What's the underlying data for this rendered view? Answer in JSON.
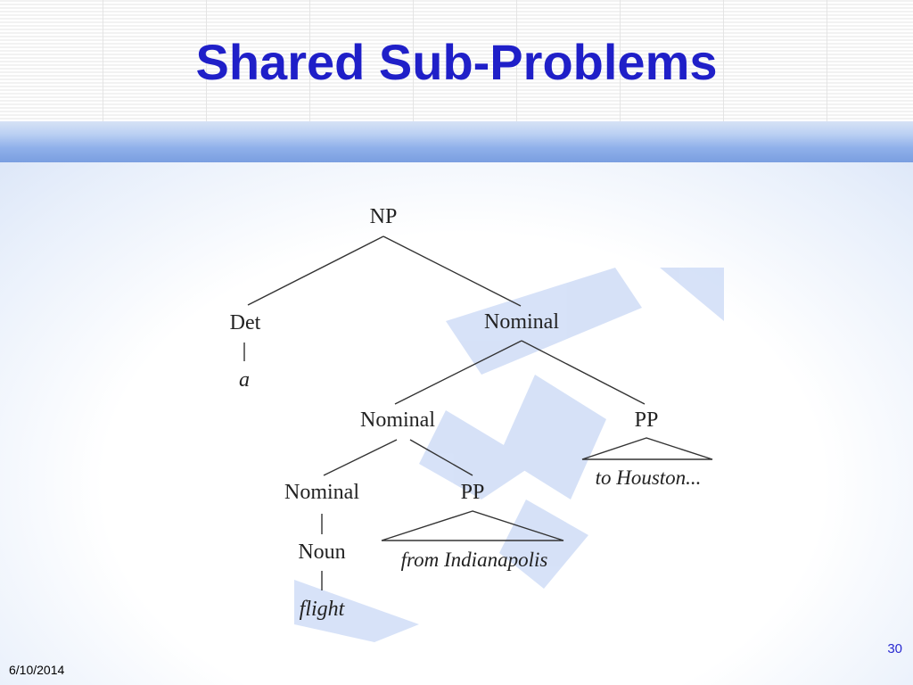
{
  "slide": {
    "title": "Shared Sub-Problems",
    "date": "6/10/2014",
    "page_number": "30"
  },
  "tree": {
    "nodes": {
      "np": "NP",
      "det": "Det",
      "a": "a",
      "nominal_1": "Nominal",
      "nominal_2": "Nominal",
      "pp_1": "PP",
      "to_houston": "to Houston...",
      "nominal_3": "Nominal",
      "pp_2": "PP",
      "from_indianapolis": "from Indianapolis",
      "noun": "Noun",
      "flight": "flight"
    }
  },
  "colors": {
    "title": "#1f1fc8",
    "page_number": "#2a2ad0",
    "tree_ink": "#222222",
    "watermark": "#c9d8f5"
  }
}
